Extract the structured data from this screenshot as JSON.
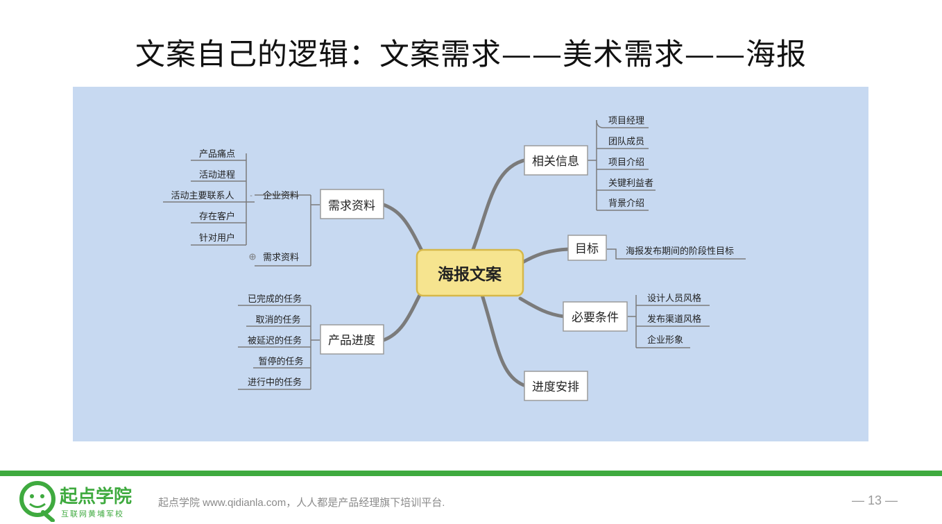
{
  "title": "文案自己的逻辑：文案需求——美术需求——海报",
  "mindmap": {
    "root": "海报文案",
    "branches": {
      "xuqiu": {
        "label": "需求资料",
        "qiye": "企业资料",
        "qiye_children": [
          "产品痛点",
          "活动进程",
          "活动主要联系人",
          "存在客户",
          "针对用户"
        ],
        "xuqiu_sub": "需求资料"
      },
      "jindu": {
        "label": "产品进度",
        "children": [
          "已完成的任务",
          "取消的任务",
          "被延迟的任务",
          "暂停的任务",
          "进行中的任务"
        ]
      },
      "xiangguan": {
        "label": "相关信息",
        "children": [
          "项目经理",
          "团队成员",
          "项目介绍",
          "关键利益者",
          "背景介绍"
        ]
      },
      "mubiao": {
        "label": "目标",
        "children": [
          "海报发布期间的阶段性目标"
        ]
      },
      "biyao": {
        "label": "必要条件",
        "children": [
          "设计人员风格",
          "发布渠道风格",
          "企业形象"
        ]
      },
      "anpai": {
        "label": "进度安排"
      }
    }
  },
  "footer": {
    "logo_text": "起点学院",
    "logo_slogan": "互联网黄埔军校",
    "text": "起点学院 www.qidianla.com，人人都是产品经理旗下培训平台.",
    "page": "— 13 —"
  },
  "colors": {
    "accent_green": "#3faa3f",
    "map_bg": "#c7d9f1",
    "root_fill": "#f6e48f",
    "root_stroke": "#d6b84a",
    "branch_line": "#7b7b7b"
  }
}
